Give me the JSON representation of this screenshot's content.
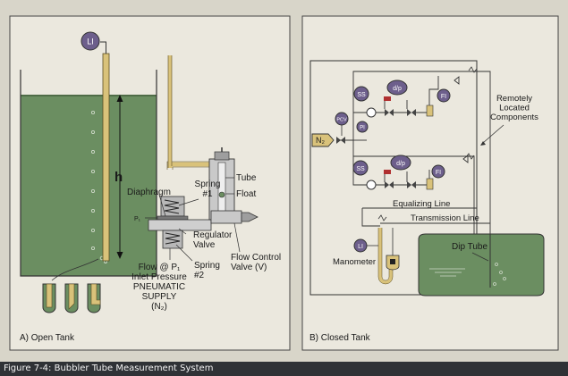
{
  "caption": "Figure 7-4: Bubbler Tube Measurement System",
  "colors": {
    "liquid": "#6b8e61",
    "tube": "#d9c27a",
    "background": "#d8d5c9",
    "panel": "#ebe8de",
    "instrument": "#6d5f8c",
    "caption_bar": "#2f3236"
  },
  "panel_a": {
    "label": "A) Open Tank",
    "li": "LI",
    "h": "h",
    "spring1": "Spring\n#1",
    "tube": "Tube",
    "float": "Float",
    "diaphragm": "Diaphragm",
    "p1": "P₁",
    "regulator_valve": "Regulator\nValve",
    "flow_control_valve": "Flow Control\nValve (V)",
    "spring2": "Spring\n#2",
    "flow_at_p1": "Flow @ P₁\nInlet Pressure\nPNEUMATIC\nSUPPLY\n(N₂)"
  },
  "panel_b": {
    "label": "B) Closed Tank",
    "remotely_located": "Remotely\nLocated\nComponents",
    "ss": "SS",
    "dp": "d/p",
    "fi": "FI",
    "pcv": "PCV",
    "pi": "PI",
    "n2": "N₂",
    "equalizing_line": "Equalizing Line",
    "transmission_line": "Transmission Line",
    "li": "LI",
    "manometer": "Manometer",
    "dip_tube": "Dip Tube"
  }
}
